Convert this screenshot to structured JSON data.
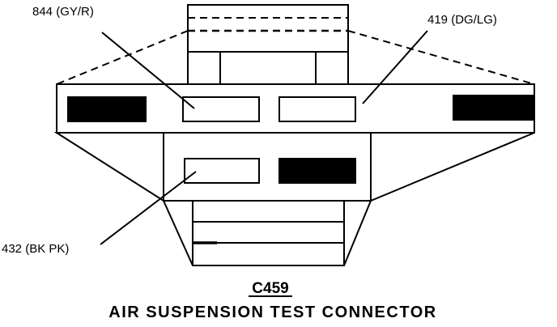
{
  "connector": {
    "id": "C459",
    "name": "AIR SUSPENSION TEST CONNECTOR"
  },
  "wires": {
    "top_left": "844 (GY/R)",
    "top_right": "419 (DG/LG)",
    "bottom_left": "432 (BK PK)"
  },
  "colors": {
    "line": "#000000",
    "filled_cavity": "#000000",
    "background": "#ffffff"
  }
}
